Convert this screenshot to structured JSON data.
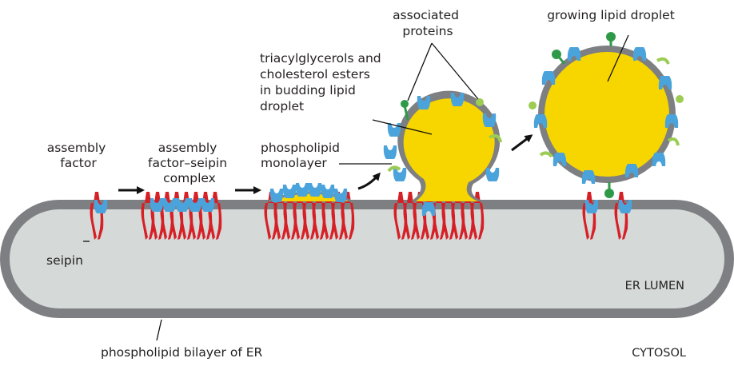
{
  "labels": {
    "assembly_factor": [
      "assembly",
      "factor"
    ],
    "seipin": "seipin",
    "complex": [
      "assembly",
      "factor–seipin",
      "complex"
    ],
    "monolayer": [
      "phospholipid",
      "monolayer"
    ],
    "tag": [
      "triacylglycerols and",
      "cholesterol esters",
      "in budding lipid",
      "droplet"
    ],
    "proteins": [
      "associated",
      "proteins"
    ],
    "growing": "growing lipid droplet",
    "er_lumen": "ER LUMEN",
    "bilayer": "phospholipid bilayer of ER",
    "cytosol": "CYTOSOL"
  },
  "colors": {
    "membrane": "#7d7f82",
    "lumen": "#d5d9d8",
    "lipid": "#f7d600",
    "seipin": "#d71f26",
    "assembly_factor": "#4ba3dc",
    "protein_green": "#2e9a48",
    "protein_lightgreen": "#9ccc52",
    "arrow": "#111111"
  },
  "icons": {
    "arrows": "process-arrow",
    "seipin": "seipin-hairpin-icon",
    "assembly_factor": "assembly-factor-icon"
  }
}
